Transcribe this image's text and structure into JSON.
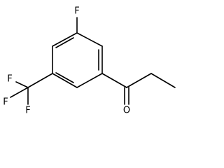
{
  "diagram": {
    "atoms": [
      {
        "id": "F-ring",
        "symbol": "F"
      },
      {
        "id": "F-cf3-top",
        "symbol": "F"
      },
      {
        "id": "F-cf3-left",
        "symbol": "F"
      },
      {
        "id": "F-cf3-bottom",
        "symbol": "F"
      },
      {
        "id": "O-carbonyl",
        "symbol": "O"
      }
    ]
  }
}
